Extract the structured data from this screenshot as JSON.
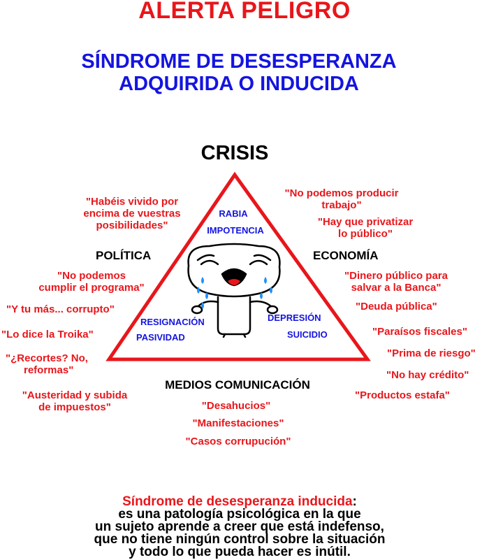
{
  "header": {
    "alert": "ALERTA PELIGRO",
    "syndrome_line1": "SÍNDROME DE DESESPERANZA",
    "syndrome_line2": "ADQUIRIDA O INDUCIDA"
  },
  "triangle": {
    "apex": "CRISIS",
    "left_label": "POLÍTICA",
    "right_label": "ECONOMÍA",
    "bottom_label": "MEDIOS COMUNICACIÓN",
    "inner_top": [
      "RABIA",
      "IMPOTENCIA"
    ],
    "inner_left": [
      "RESIGNACIÓN",
      "PASIVIDAD"
    ],
    "inner_right": [
      "DEPRESIÓN",
      "SUICIDIO"
    ],
    "colors": {
      "border": "#e8161b",
      "accent_red": "#e8161b",
      "accent_blue": "#1414e0"
    }
  },
  "quotes_crisis_left": [
    "\"Habéis vivido por",
    "encima de vuestras",
    "posibilidades\""
  ],
  "quotes_crisis_right_1": [
    "\"No podemos producir",
    "trabajo\""
  ],
  "quotes_crisis_right_2": [
    "\"Hay que privatizar",
    "lo público\""
  ],
  "quotes_politics": [
    [
      "\"No podemos",
      "cumplir el programa\""
    ],
    [
      "\"Y tu más... corrupto\""
    ],
    [
      "\"Lo dice la Troika\""
    ],
    [
      "\"¿Recortes? No,",
      "reformas\""
    ],
    [
      "\"Austeridad y subida",
      "de impuestos\""
    ]
  ],
  "quotes_economy": [
    [
      "\"Dinero público para",
      "salvar a la Banca\""
    ],
    [
      "\"Deuda pública\""
    ],
    [
      "\"Paraísos fiscales\""
    ],
    [
      "\"Prima de riesgo\""
    ],
    [
      "\"No hay crédito\""
    ],
    [
      "\"Productos estafa\""
    ]
  ],
  "quotes_media": [
    "\"Desahucios\"",
    "\"Manifestaciones\"",
    "\"Casos corrupución\""
  ],
  "definition": {
    "term": "Síndrome de desesperanza inducida",
    "colon": ":",
    "lines": [
      "es una patología psicológica en la que",
      "un sujeto aprende a creer que está indefenso,",
      "que no tiene ningún control sobre la situación",
      "y todo lo que pueda hacer es inútil."
    ]
  },
  "icons": {
    "center_figure": "crying-face-icon"
  }
}
